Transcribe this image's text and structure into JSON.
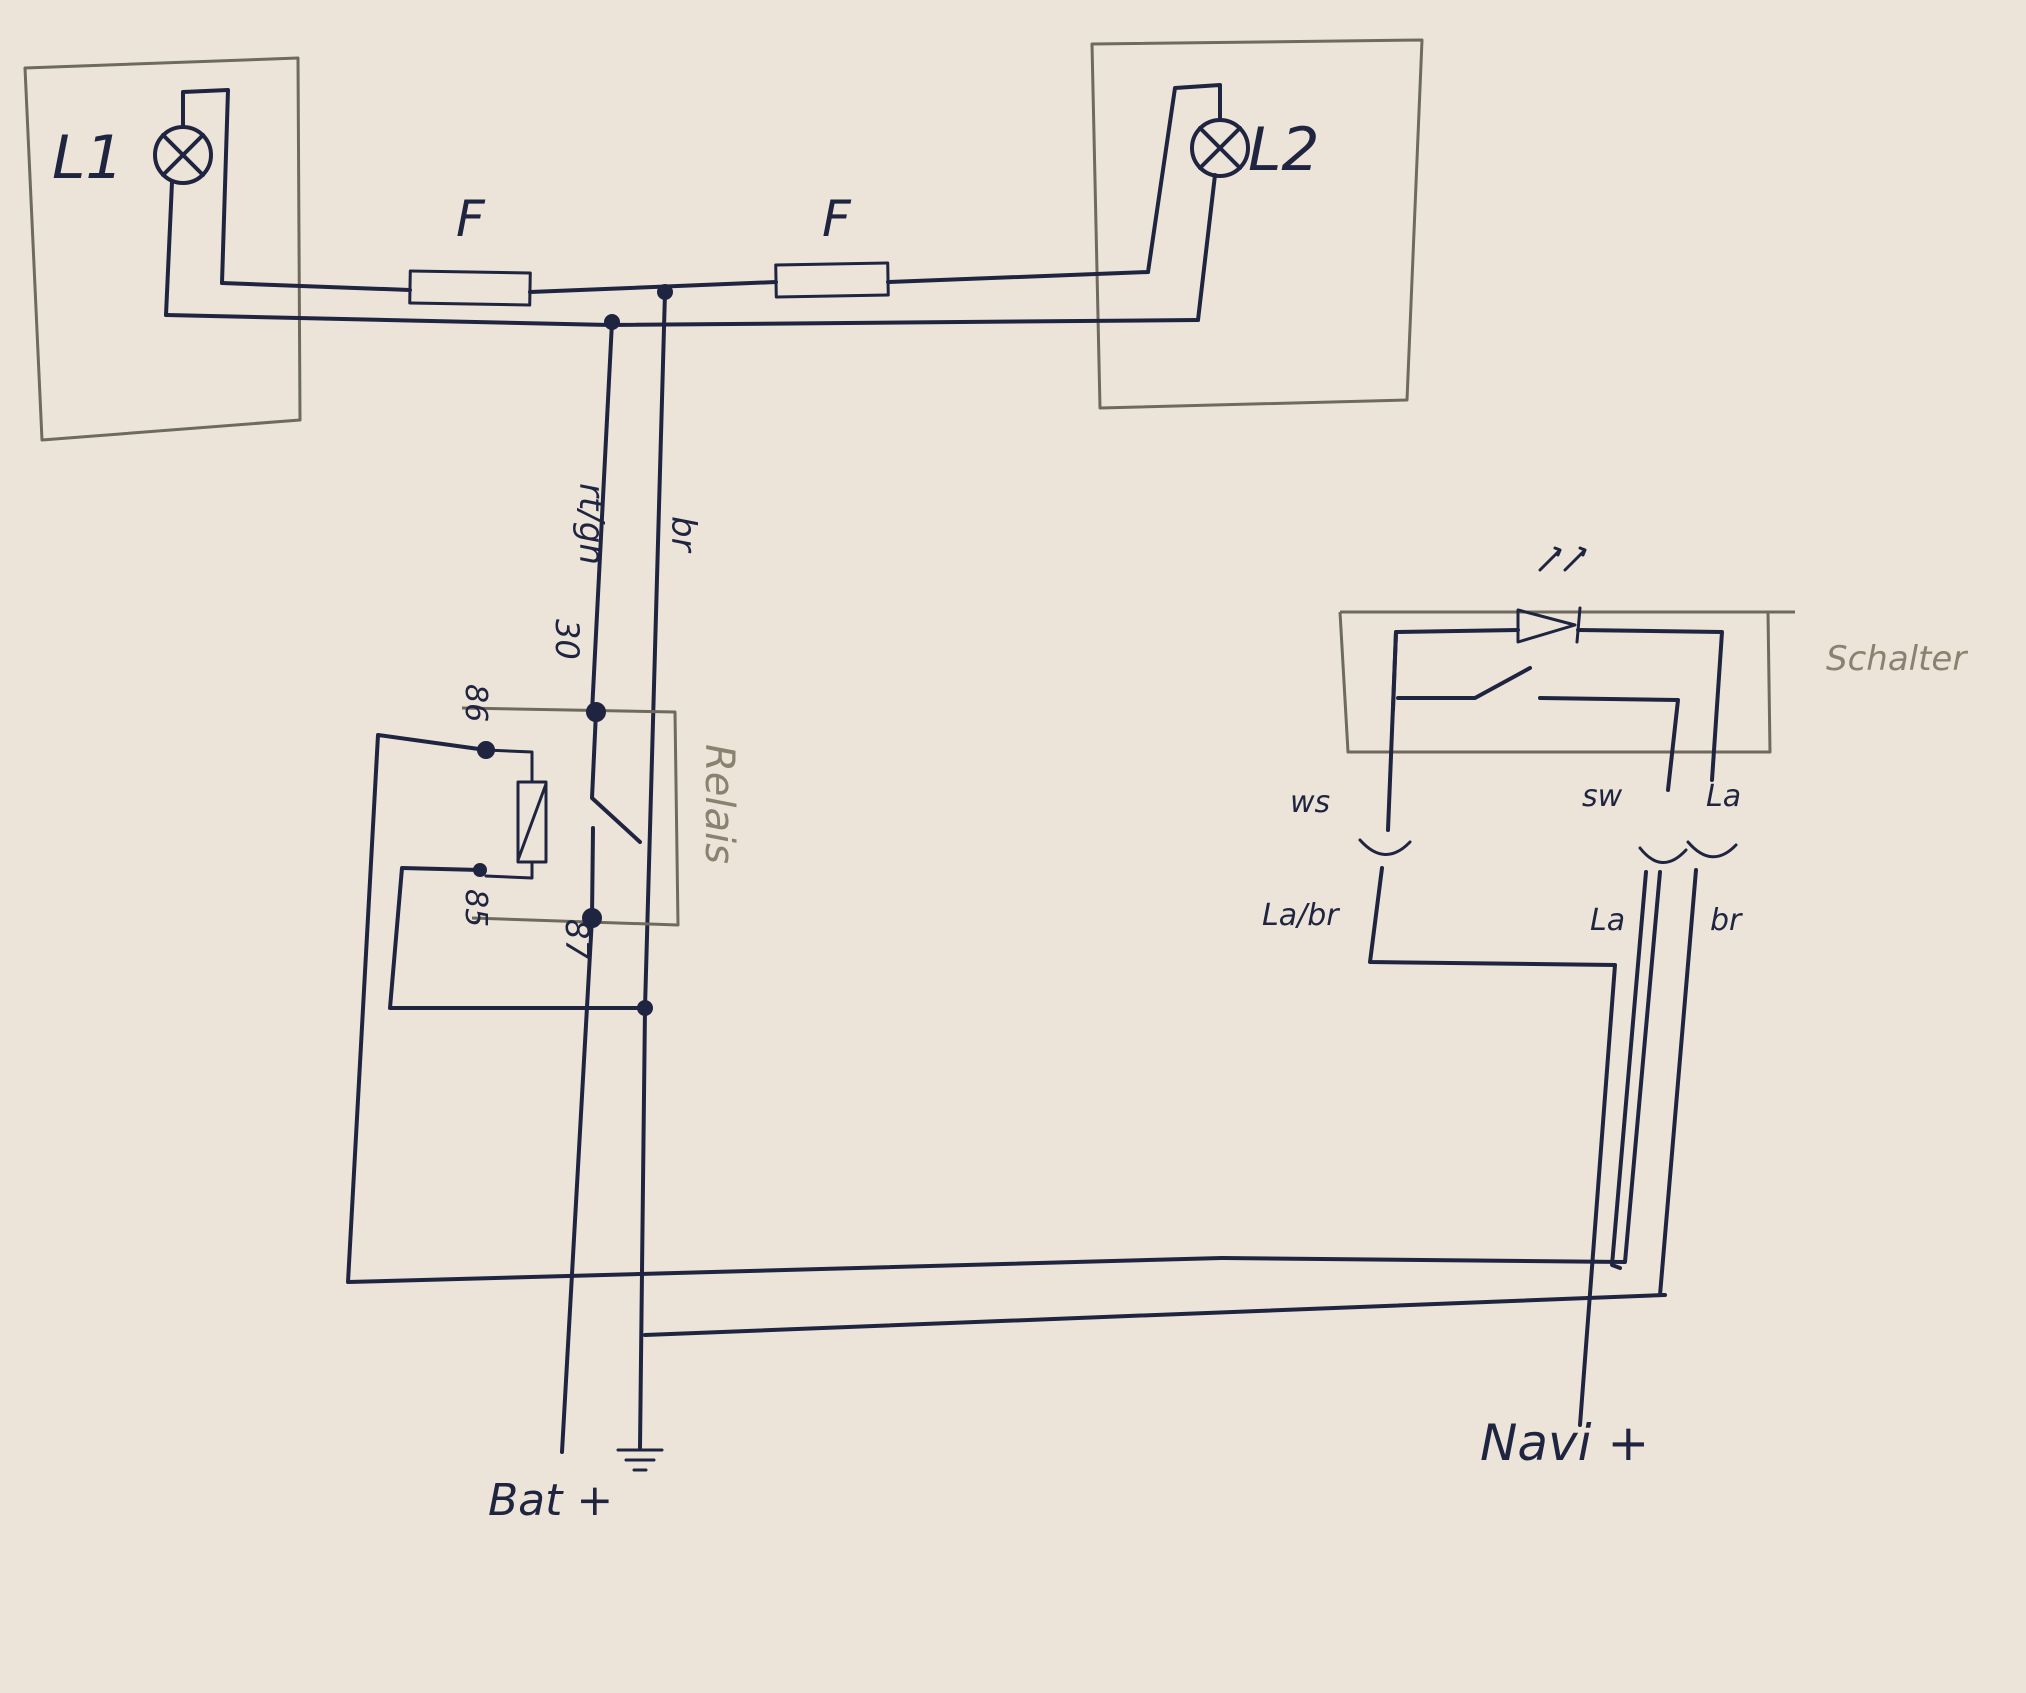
{
  "labels": {
    "lamp1": "L1",
    "lamp2": "L2",
    "fuse1": "F",
    "fuse2": "F",
    "wire_rt_gn": "rt/gn",
    "wire_br": "br",
    "relay_title": "Relais",
    "pin30": "30",
    "pin86": "86",
    "pin85": "85",
    "pin87": "87",
    "switch_title": "Schalter",
    "sw_ws": "ws",
    "sw_sw": "sw",
    "sw_la": "La",
    "wire_la_br": "La/br",
    "wire_la": "La",
    "wire_br2": "br",
    "bat": "Bat +",
    "navi": "Navi +"
  },
  "colors": {
    "paper": "#ece4d8",
    "ink": "#1f2440",
    "pencil": "#6e6a5e"
  }
}
